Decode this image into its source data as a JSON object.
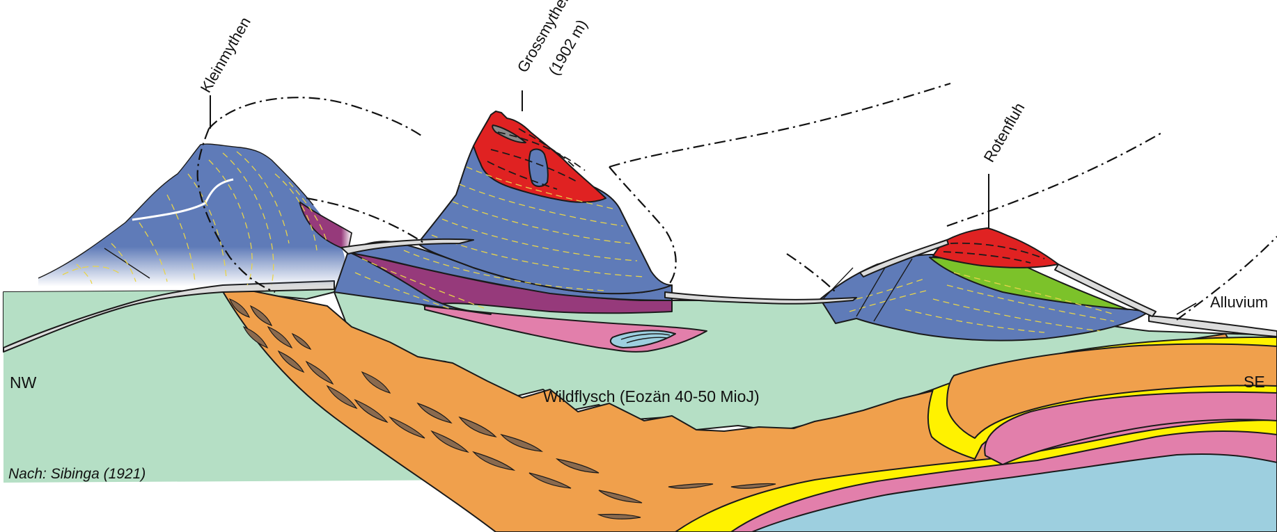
{
  "labels": {
    "kleinmythen": "Kleinmythen",
    "grossmythen": "Grossmythen",
    "grossmythen_height": "(1902 m)",
    "rotenfluh": "Rotenfluh",
    "alluvium": "Alluvium",
    "nw": "NW",
    "se": "SE",
    "wildflysch": "Wildflysch (Eozän 40-50 MioJ)",
    "source": "Nach: Sibinga (1921)"
  },
  "colors": {
    "wildflysch": "#b5dfc5",
    "blue_klippe": "#5f7bb8",
    "red_klippe": "#e02222",
    "purple_unit": "#963a7b",
    "pink_unit": "#e27fab",
    "green_unit": "#7cc22a",
    "orange_unit": "#f0a04c",
    "yellow_unit": "#fff200",
    "lightblue_unit": "#9dcfdf",
    "alluvium": "#dcdcdc",
    "lenses": "#8a6a4e",
    "grey_lens": "#8a8a8a",
    "bedding": "#e8d44a"
  }
}
